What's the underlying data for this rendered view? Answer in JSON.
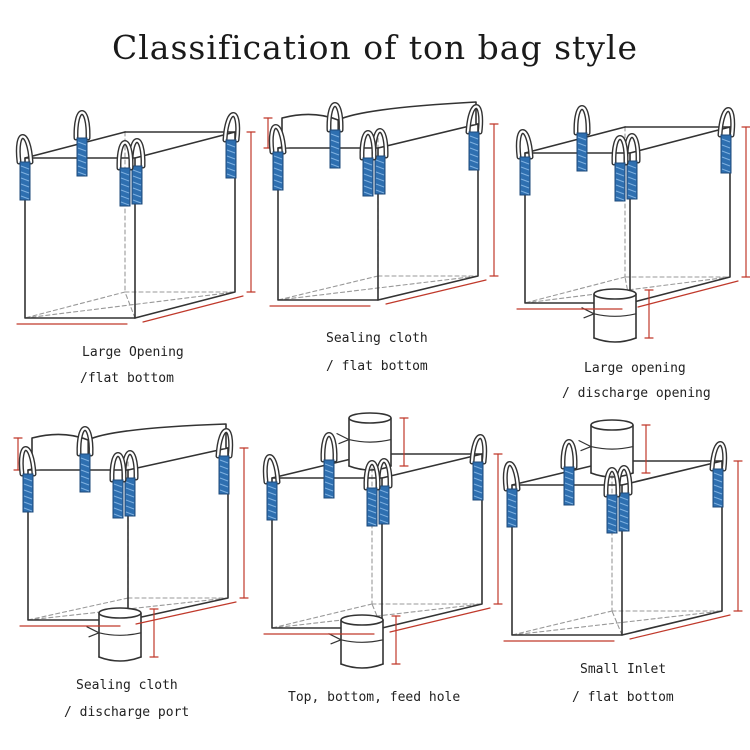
{
  "title": "Classification of ton bag style",
  "colors": {
    "strap": "#2e6fb0",
    "line": "#333333",
    "dim": "#c0392b",
    "dash": "#999999"
  },
  "bags": [
    {
      "style": "large-opening",
      "top": "open",
      "bottom": "flat",
      "caption": [
        "Large Opening",
        "/flat bottom"
      ]
    },
    {
      "style": "sealing-cloth",
      "top": "cloth",
      "bottom": "flat",
      "caption": [
        "Sealing cloth",
        "/ flat bottom"
      ]
    },
    {
      "style": "large-opening-discharge",
      "top": "open",
      "bottom": "spout",
      "caption": [
        "Large opening",
        "/ discharge opening"
      ]
    },
    {
      "style": "sealing-cloth-discharge",
      "top": "cloth",
      "bottom": "spout",
      "caption": [
        "Sealing cloth",
        "/ discharge port"
      ]
    },
    {
      "style": "top-bottom-feed-hole",
      "top": "spout",
      "bottom": "spout",
      "caption": [
        "Top, bottom, feed hole"
      ]
    },
    {
      "style": "small-inlet",
      "top": "spout",
      "bottom": "flat",
      "caption": [
        "Small Inlet",
        "/ flat bottom"
      ]
    }
  ]
}
